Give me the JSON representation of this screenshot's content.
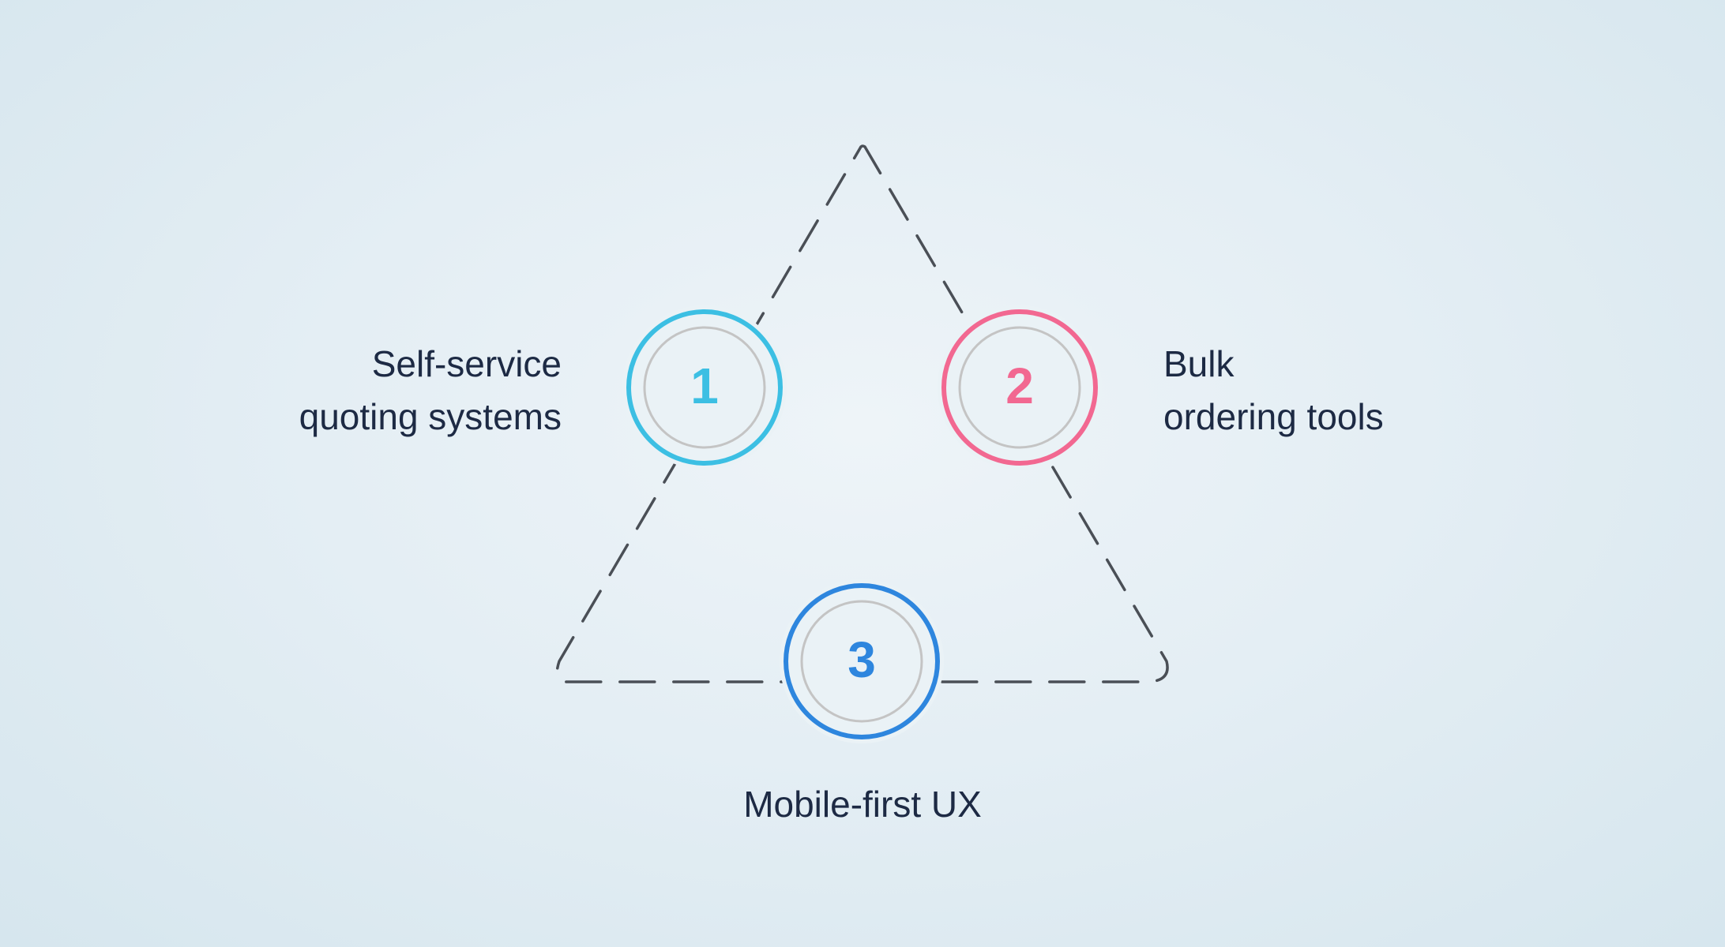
{
  "nodes": [
    {
      "number": "1",
      "color": "#3cbfe3",
      "label_lines": [
        "Self-service",
        "quoting systems"
      ]
    },
    {
      "number": "2",
      "color": "#f26891",
      "label_lines": [
        "Bulk",
        "ordering tools"
      ]
    },
    {
      "number": "3",
      "color": "#2e86de",
      "label_lines": [
        "Mobile-first UX"
      ]
    }
  ],
  "colors": {
    "dashed_outline": "#4a4f56",
    "inner_ring": "#c4c4c4",
    "label_text": "#1d2a44"
  }
}
